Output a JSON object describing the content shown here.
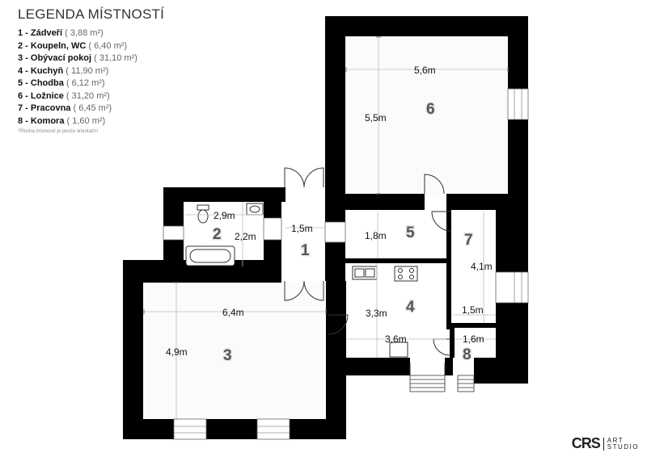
{
  "legend": {
    "title": "LEGENDA MÍSTNOSTÍ",
    "note": "*Plocha místností je pouze orientační",
    "items": [
      {
        "label": "1 - Zádveří",
        "area": "( 3,88 m²)"
      },
      {
        "label": "2 - Koupeln, WC",
        "area": "( 6,40 m²)"
      },
      {
        "label": "3 - Obývací pokoj",
        "area": "( 31,10 m²)"
      },
      {
        "label": "4 - Kuchyň",
        "area": "( 11,90 m²)"
      },
      {
        "label": "5 - Chodba",
        "area": "( 6,12 m²)"
      },
      {
        "label": "6 - Ložnice",
        "area": "( 31,20 m²)"
      },
      {
        "label": "7 - Pracovna",
        "area": "( 6,45 m²)"
      },
      {
        "label": "8 - Komora",
        "area": "( 1,60 m²)"
      }
    ]
  },
  "rooms": {
    "r1": "1",
    "r2": "2",
    "r3": "3",
    "r4": "4",
    "r5": "5",
    "r6": "6",
    "r7": "7",
    "r8": "8"
  },
  "dimensions": {
    "d_6_width": "5,6m",
    "d_6_height": "5,5m",
    "d_2_width": "2,9m",
    "d_2_height": "2,2m",
    "d_1_width": "1,5m",
    "d_5_height": "1,8m",
    "d_7_height": "4,1m",
    "d_7_width": "1,5m",
    "d_3_width": "6,4m",
    "d_3_height": "4,9m",
    "d_4_height": "3,3m",
    "d_4_width": "3,6m",
    "d_8_width": "1,6m"
  },
  "logo": {
    "mark": "CRS",
    "line1": "ART",
    "line2": "STUDIO"
  },
  "colors": {
    "wall": "#000000",
    "background": "#ffffff",
    "room_number": "#555555"
  }
}
